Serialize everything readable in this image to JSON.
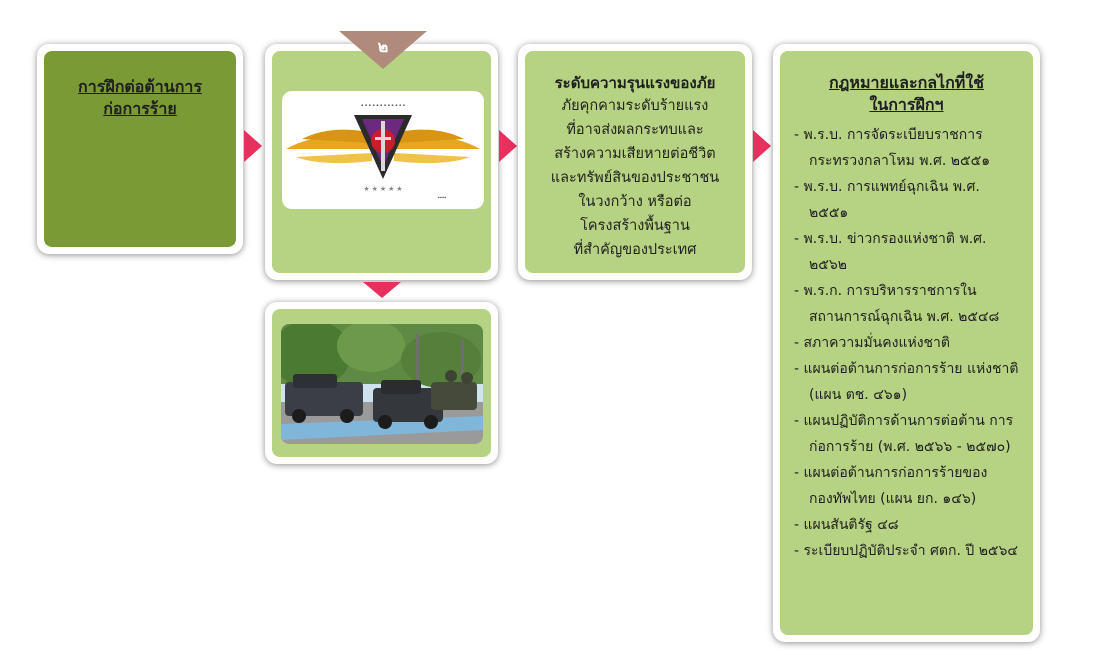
{
  "box1": {
    "title_line1": "การฝึกต่อต้านการ",
    "title_line2": "ก่อการร้าย"
  },
  "box2": {
    "step_number": "๒",
    "logo_icon": "winged-emblem-icon",
    "photo_icon": "military-vehicles-photo"
  },
  "box3": {
    "title": "ระดับความรุนแรงของภัย",
    "lines": [
      "ภัยคุกคามระดับร้ายแรง",
      "ที่อาจส่งผลกระทบและ",
      "สร้างความเสียหายต่อชีวิต",
      "และทรัพย์สินของประชาชน",
      "ในวงกว้าง หรือต่อ",
      "โครงสร้างพื้นฐาน",
      "ที่สำคัญของประเทศ"
    ]
  },
  "box4": {
    "title_line1": "กฎหมายและกลไกที่ใช้",
    "title_line2": "ในการฝึกฯ",
    "items": [
      "- พ.ร.บ. การจัดระเบียบราชการ กระทรวงกลาโหม พ.ศ. ๒๕๕๑",
      "- พ.ร.บ. การแพทย์ฉุกเฉิน พ.ศ. ๒๕๕๑",
      "- พ.ร.บ. ข่าวกรองแห่งชาติ พ.ศ. ๒๕๖๒",
      "- พ.ร.ก. การบริหารราชการใน สถานการณ์ฉุกเฉิน พ.ศ. ๒๕๔๘",
      "- สภาความมั่นคงแห่งชาติ",
      "- แผนต่อต้านการก่อการร้าย แห่งชาติ (แผน ตช. ๔๖๑)",
      "- แผนปฏิบัติการด้านการต่อต้าน การก่อการร้าย (พ.ศ. ๒๕๖๖ - ๒๕๗๐)",
      "- แผนต่อต้านการก่อการร้ายของ กองทัพไทย (แผน ยก. ๑๔๖)",
      "- แผนสันติรัฐ ๔๘",
      "- ระเบียบปฏิบัติประจำ ศตก. ปี ๒๕๖๔"
    ]
  },
  "colors": {
    "dark_green": "#7a9a36",
    "light_green": "#b5d382",
    "arrow": "#e8305f",
    "tag": "#b08a7b"
  }
}
